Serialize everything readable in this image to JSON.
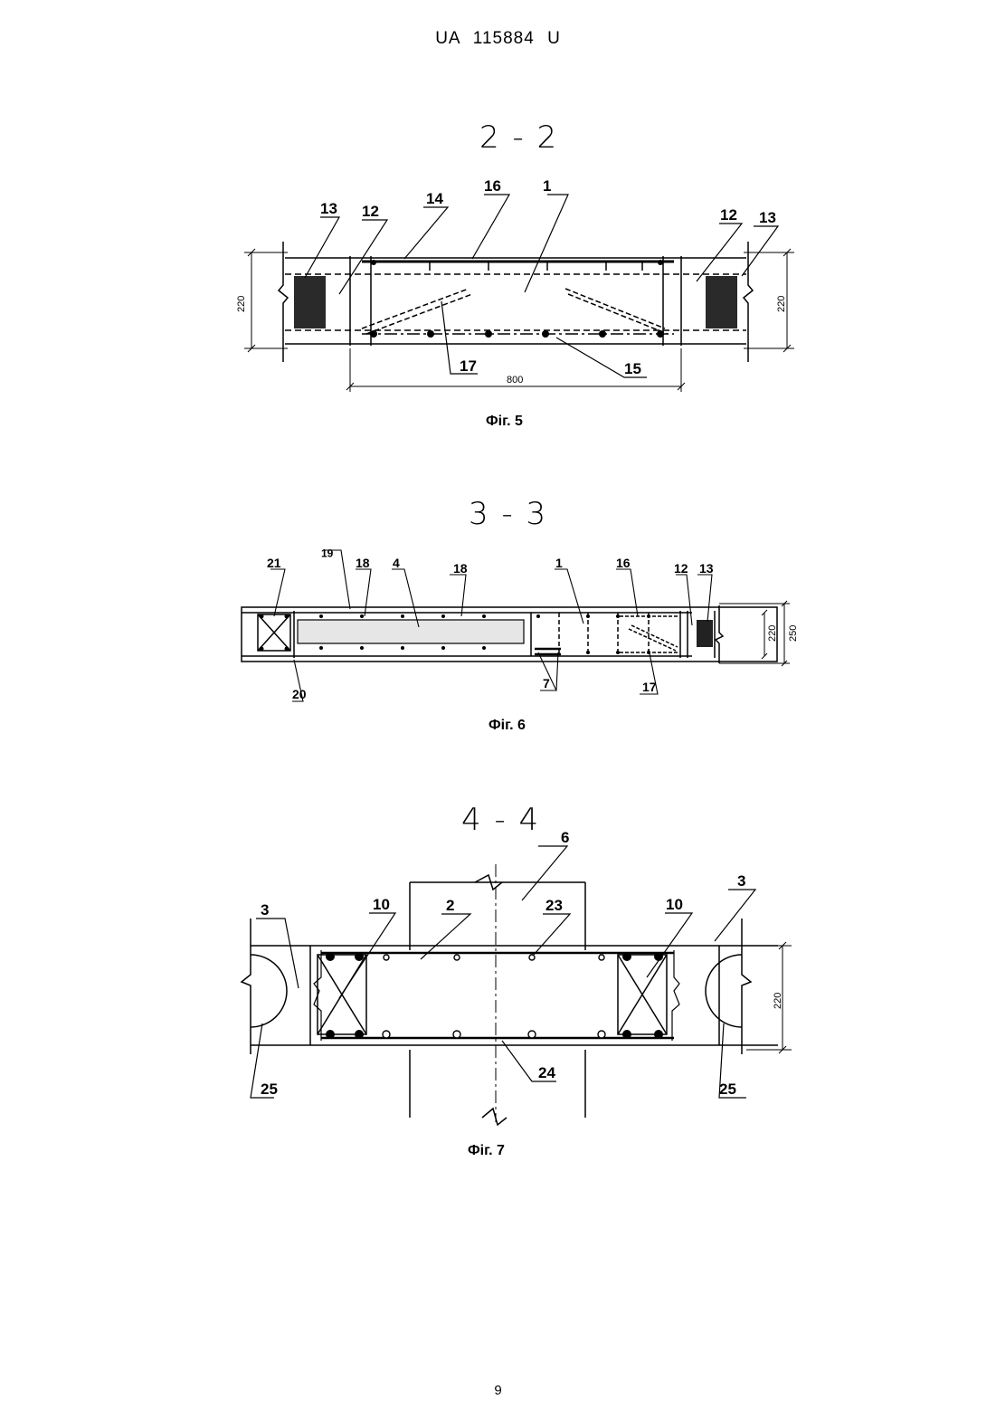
{
  "header": {
    "document_id": "UA   115884   U"
  },
  "figures": [
    {
      "section_title": "2 - 2",
      "caption": "Фіг. 5",
      "callouts": {
        "c13a": "13",
        "c12a": "12",
        "c14": "14",
        "c16": "16",
        "c1": "1",
        "c12b": "12",
        "c13b": "13",
        "c17": "17",
        "c15": "15"
      },
      "dimensions": {
        "left_height": "220",
        "right_height": "220",
        "bottom_width": "800"
      }
    },
    {
      "section_title": "3 - 3",
      "caption": "Фіг. 6",
      "callouts": {
        "c21": "21",
        "c19": "19",
        "c18a": "18",
        "c4": "4",
        "c18b": "18",
        "c1": "1",
        "c16": "16",
        "c12": "12",
        "c13": "13",
        "c20": "20",
        "c7": "7",
        "c17": "17"
      },
      "dimensions": {
        "inner_height": "220",
        "outer_height": "250"
      }
    },
    {
      "section_title": "4 - 4",
      "caption": "Фіг. 7",
      "callouts": {
        "c6": "6",
        "c3a": "3",
        "c10a": "10",
        "c2": "2",
        "c23": "23",
        "c10b": "10",
        "c3b": "3",
        "c25a": "25",
        "c24": "24",
        "c25b": "25"
      },
      "dimensions": {
        "height": "220"
      }
    }
  ],
  "page_number": "9"
}
